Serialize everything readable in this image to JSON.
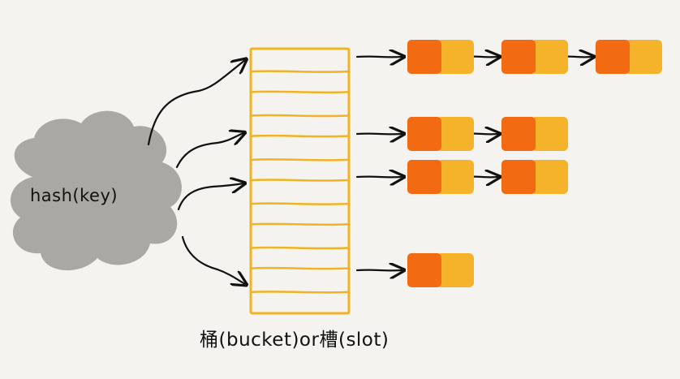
{
  "hash_function": {
    "label": "hash(key)"
  },
  "table": {
    "caption": "桶(bucket)or槽(slot)",
    "slot_count": 12
  },
  "chains": [
    {
      "slot_index": 0,
      "node_count": 3
    },
    {
      "slot_index": 4,
      "node_count": 2
    },
    {
      "slot_index": 5,
      "node_count": 2
    },
    {
      "slot_index": 10,
      "node_count": 1
    }
  ],
  "colors": {
    "background": "#f4f3ef",
    "cloud": "#a9a8a3",
    "bucket_outline": "#f0b323",
    "node_key": "#f26a12",
    "node_next": "#f5b22b",
    "ink": "#111111"
  },
  "icons": {
    "hash_function": "cloud-shape",
    "pointer": "arrow-icon"
  }
}
